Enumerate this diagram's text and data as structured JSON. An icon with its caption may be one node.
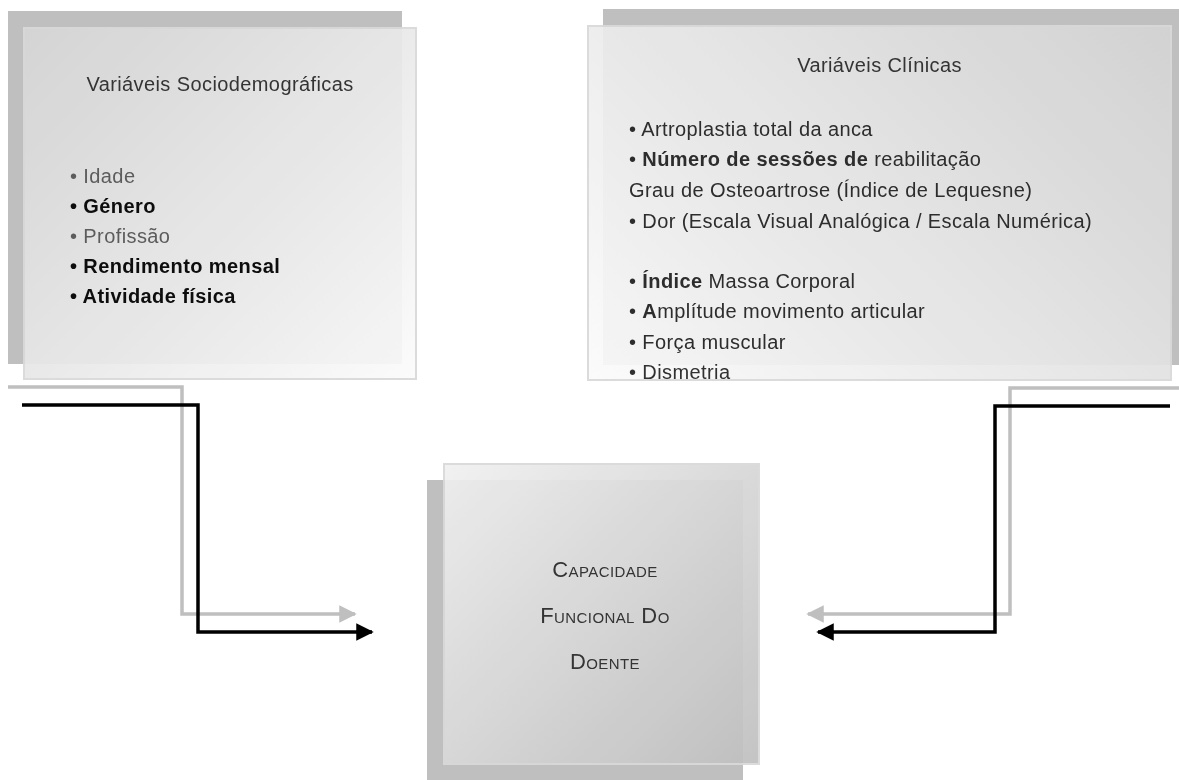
{
  "diagram": {
    "nodes": [
      {
        "text": [
          "Variáveis Sociodemográficas",
          "• Idade",
          "• Género",
          "• Profissão",
          "• Rendimento mensal",
          "• Atividade física"
        ]
      },
      {
        "text": [
          "Variáveis Clínicas",
          "• Artroplastia total da anca",
          "• **Número de sessões de** reabilitação",
          "Grau de Osteoartrose (Índice de Lequesne)",
          "• Dor (Escala Visual Analógica / Escala Numérica)",
          "• **Índice** Massa Corporal",
          "• **A**mplítude movimento articular",
          "• Força muscular",
          "• Dismetria"
        ]
      },
      {
        "text": [
          "Capacidade Funcional Do Doente"
        ]
      }
    ],
    "edges": [
      {
        "from": 0,
        "to": 2,
        "arrow": "to",
        "color": "#bfbfbf"
      },
      {
        "from": 0,
        "to": 2,
        "arrow": "to",
        "color": "#000000"
      },
      {
        "from": 1,
        "to": 2,
        "arrow": "to",
        "color": "#bfbfbf"
      },
      {
        "from": 1,
        "to": 2,
        "arrow": "to",
        "color": "#000000"
      }
    ]
  }
}
